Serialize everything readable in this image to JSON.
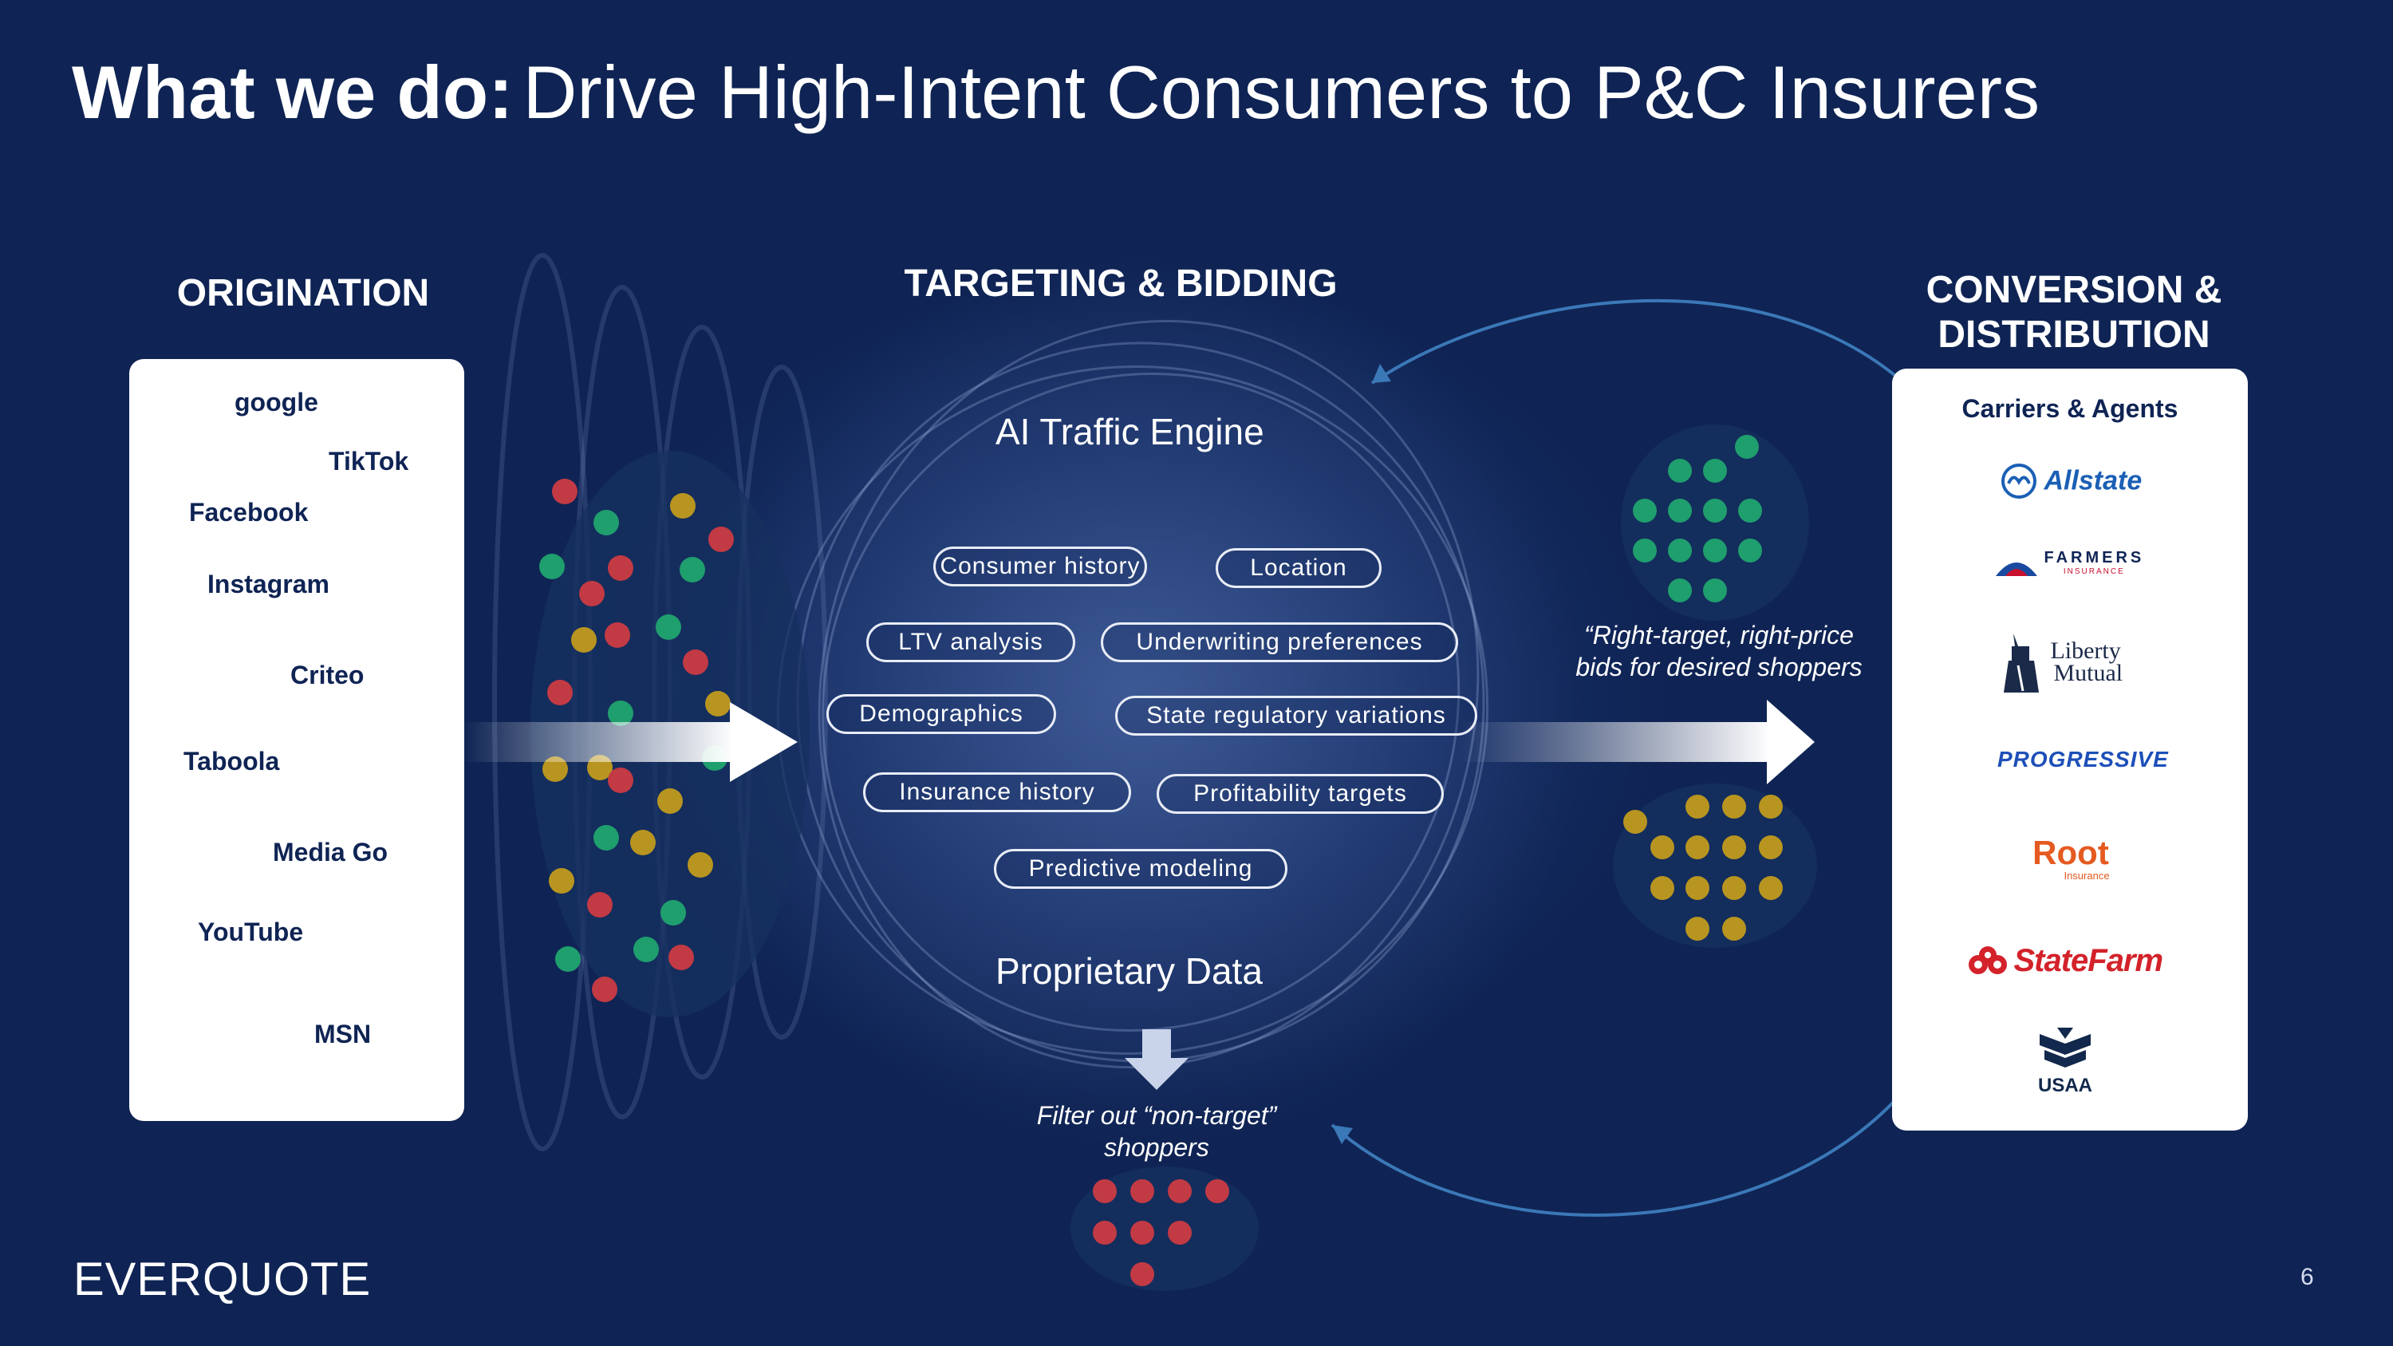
{
  "title": {
    "bold": "What we do:",
    "rest": "Drive High-Intent Consumers to P&C Insurers"
  },
  "sections": {
    "origination": "ORIGINATION",
    "targeting": "TARGETING & BIDDING",
    "conversion_line1": "CONVERSION &",
    "conversion_line2": "DISTRIBUTION"
  },
  "sources": [
    "google",
    "TikTok",
    "Facebook",
    "Instagram",
    "Criteo",
    "Taboola",
    "Media Go",
    "YouTube",
    "MSN"
  ],
  "engine": {
    "top_label": "AI Traffic Engine",
    "bottom_label": "Proprietary Data",
    "factors": [
      "Consumer history",
      "Location",
      "LTV analysis",
      "Underwriting preferences",
      "Demographics",
      "State regulatory variations",
      "Insurance history",
      "Profitability targets",
      "Predictive modeling"
    ]
  },
  "quote_line1": "“Right-target, right-price",
  "quote_line2": "bids for desired shoppers",
  "filter_line1": "Filter out “non-target”",
  "filter_line2": "shoppers",
  "carriers": {
    "heading": "Carriers & Agents",
    "allstate": "Allstate",
    "farmers": "FARMERS",
    "farmers_sub": "INSURANCE",
    "liberty1": "Liberty",
    "liberty2": "Mutual",
    "progressive": "PROGRESSIVE",
    "root": "Root",
    "root_sub": "Insurance",
    "statefarm": "StateFarm",
    "usaa": "USAA"
  },
  "footer": {
    "logo": "EVERQUOTE",
    "page": "6"
  },
  "colors": {
    "green": "#1f9e6e",
    "red": "#c23a44",
    "gold": "#b89520",
    "navy": "#0f2454"
  }
}
